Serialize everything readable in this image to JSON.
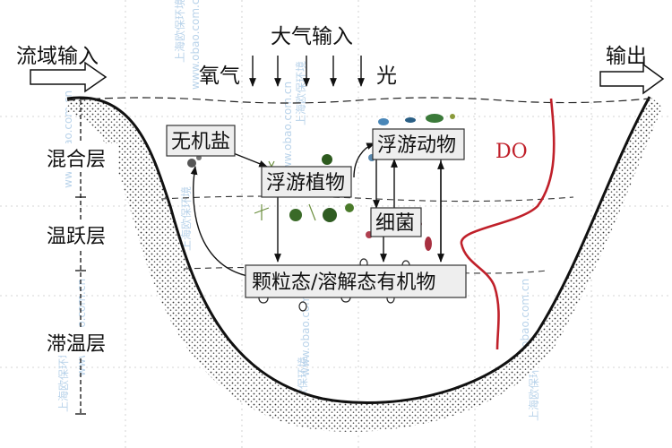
{
  "labels": {
    "watershed_input": "流域输入",
    "atmospheric_input": "大气输入",
    "oxygen": "氧气",
    "light": "光",
    "output": "输出",
    "do": "DO"
  },
  "layers": {
    "mixed": "混合层",
    "thermocline": "温跃层",
    "hypolimnion": "滞温层"
  },
  "boxes": {
    "inorganic_salt": "无机盐",
    "phytoplankton": "浮游植物",
    "zooplankton": "浮游动物",
    "bacteria": "细菌",
    "organic_matter": "颗粒态/溶解态有机物"
  },
  "watermark": {
    "cn": "上海欧保环境",
    "url": "www.obao.com.cn"
  },
  "colors": {
    "do_curve": "#c0202a",
    "watermark": "#b9d3ea"
  }
}
